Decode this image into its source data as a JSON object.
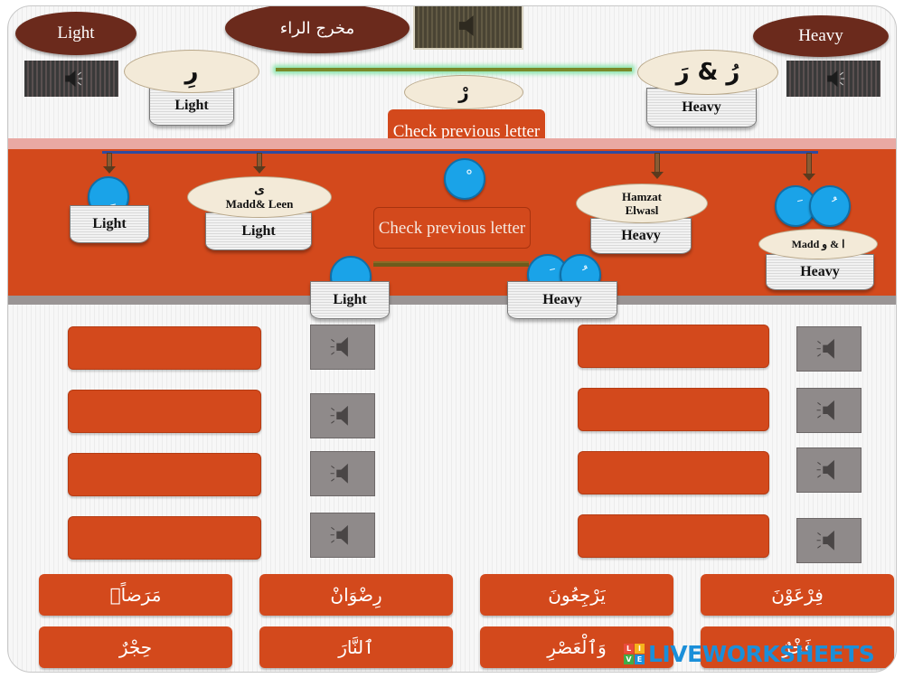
{
  "header": {
    "title": "مخرج الراء",
    "light_label": "Light",
    "heavy_label": "Heavy"
  },
  "top_rules": {
    "light_cap": "رِ",
    "light_body": "Light",
    "heavy_cap": "رُ & رَ",
    "heavy_body": "Heavy",
    "sukun_cap": "رْ",
    "check_label": "Check previous letter"
  },
  "branches": {
    "kasra_circle": "ِ",
    "kasra_body": "Light",
    "madd_leen_letter": "ى",
    "madd_leen_text": "Madd& Leen",
    "madd_leen_body": "Light",
    "sukun_circle": "ْ",
    "check_label": "Check previous letter",
    "hamzat_text_1": "Hamzat",
    "hamzat_text_2": "Elwasl",
    "hamzat_body": "Heavy",
    "fatha_circle": "َ",
    "damma_circle": "ُ",
    "madd_text": "Madd ا & و",
    "madd_body": "Heavy",
    "sub_kasra_circle": "ِ",
    "sub_light_body": "Light",
    "sub_fatha_circle": "َ",
    "sub_damma_circle": "ُ",
    "sub_heavy_body": "Heavy"
  },
  "icons": {
    "speaker": "speaker-icon"
  },
  "words": {
    "row1": [
      "مَرَضاًۖ",
      "رِضْوَانْ",
      "يَرْجِعُونَ",
      "فِرْعَوْنَ"
    ],
    "row2": [
      "حِجْرٌ",
      "ٱلنَّارَ",
      "وَٱلْعَصْرِ",
      "فَخْرٌ"
    ]
  },
  "branding": {
    "logo_text": "LIVEWORKSHEETS",
    "logo_letters": [
      "L",
      "I",
      "V",
      "E"
    ]
  },
  "colors": {
    "orange": "#d3491c",
    "dark_oval": "#6b2a1c",
    "circle_blue": "#1aa3e8",
    "logo_blue": "#1b8fd9"
  }
}
